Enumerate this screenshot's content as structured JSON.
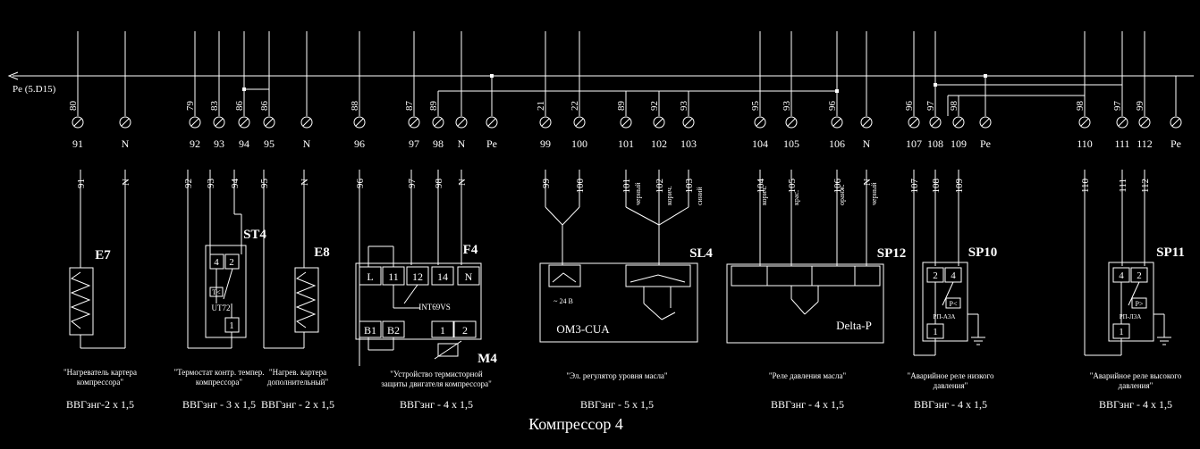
{
  "bus": {
    "label": "Pe (5.D15)"
  },
  "terminals": [
    {
      "wire": "80",
      "num": "91"
    },
    {
      "wire": "",
      "num": "N"
    },
    {
      "wire": "79",
      "num": "92"
    },
    {
      "wire": "83",
      "num": "93"
    },
    {
      "wire": "86",
      "num": "94"
    },
    {
      "wire": "86",
      "num": "95"
    },
    {
      "wire": "",
      "num": "N"
    },
    {
      "wire": "88",
      "num": "96"
    },
    {
      "wire": "87",
      "num": "97"
    },
    {
      "wire": "89",
      "num": "98"
    },
    {
      "wire": "",
      "num": "N"
    },
    {
      "wire": "",
      "num": "Pe"
    },
    {
      "wire": "21",
      "num": "99"
    },
    {
      "wire": "22",
      "num": "100"
    },
    {
      "wire": "89",
      "num": "101"
    },
    {
      "wire": "92",
      "num": "102"
    },
    {
      "wire": "93",
      "num": "103"
    },
    {
      "wire": "95",
      "num": "104"
    },
    {
      "wire": "93",
      "num": "105"
    },
    {
      "wire": "96",
      "num": "106"
    },
    {
      "wire": "",
      "num": "N"
    },
    {
      "wire": "96",
      "num": "107"
    },
    {
      "wire": "97",
      "num": "108"
    },
    {
      "wire": "98",
      "num": "109"
    },
    {
      "wire": "",
      "num": "Pe"
    },
    {
      "wire": "98",
      "num": "110"
    },
    {
      "wire": "97",
      "num": "111"
    },
    {
      "wire": "99",
      "num": "112"
    },
    {
      "wire": "",
      "num": "Pe"
    }
  ],
  "devices": {
    "e7": {
      "tag": "E7",
      "wires": [
        "91",
        "N"
      ],
      "desc": "\"Нагреватель картера компрессора\"",
      "cable": "ВВГзнг-2 х 1,5"
    },
    "st4": {
      "tag": "ST4",
      "wires": [
        "92",
        "93",
        "94"
      ],
      "t1": "4",
      "t2": "2",
      "t3": "1",
      "sym": "T<",
      "model": "UT72",
      "desc": "\"Термостат контр. темпер. компрессора\"",
      "cable": "ВВГзнг - 3 х 1,5"
    },
    "e8": {
      "tag": "E8",
      "wires": [
        "95",
        "N"
      ],
      "desc": "\"Нагрев. картера дополнительный\"",
      "cable": "ВВГзнг - 2 х 1,5"
    },
    "f4": {
      "tag": "F4",
      "tag2": "M4",
      "wires": [
        "96",
        "97",
        "98",
        "N"
      ],
      "top": [
        "L",
        "11",
        "12",
        "14",
        "N"
      ],
      "bottom": [
        "B1",
        "B2",
        "1",
        "2"
      ],
      "model": "INT69VS",
      "desc": "\"Устройство термисторной защиты двигателя компрессора\"",
      "cable": "ВВГзнг - 4 х 1,5"
    },
    "sl4": {
      "tag": "SL4",
      "wires": [
        "99",
        "100",
        "101",
        "102",
        "103"
      ],
      "colors": [
        "черный",
        "корич.",
        "синий"
      ],
      "volt": "~ 24 В",
      "model": "OM3-CUA",
      "desc": "\"Эл. регулятор уровня масла\"",
      "cable": "ВВГзнг - 5 х 1,5"
    },
    "sp12": {
      "tag": "SP12",
      "wires": [
        "104",
        "105",
        "106",
        "N"
      ],
      "colors": [
        "корич.",
        "крас.",
        "оранж.",
        "черный"
      ],
      "model": "Delta-P",
      "desc": "\"Реле давления масла\"",
      "cable": "ВВГзнг - 4 х 1,5"
    },
    "sp10": {
      "tag": "SP10",
      "wires": [
        "107",
        "108",
        "109"
      ],
      "t1": "2",
      "t2": "4",
      "t3": "1",
      "sym": "P<",
      "model": "РП-А3А",
      "desc": "\"Аварийное реле низкого давления\"",
      "cable": "ВВГзнг - 4 х 1,5"
    },
    "sp11": {
      "tag": "SP11",
      "wires": [
        "110",
        "111",
        "112"
      ],
      "t1": "4",
      "t2": "2",
      "t3": "1",
      "sym": "P>",
      "model": "РП-Л3А",
      "desc": "\"Аварийное реле высокого давления\"",
      "cable": "ВВГзнг - 4 х 1,5"
    }
  },
  "footer": {
    "title": "Компрессор 4"
  }
}
